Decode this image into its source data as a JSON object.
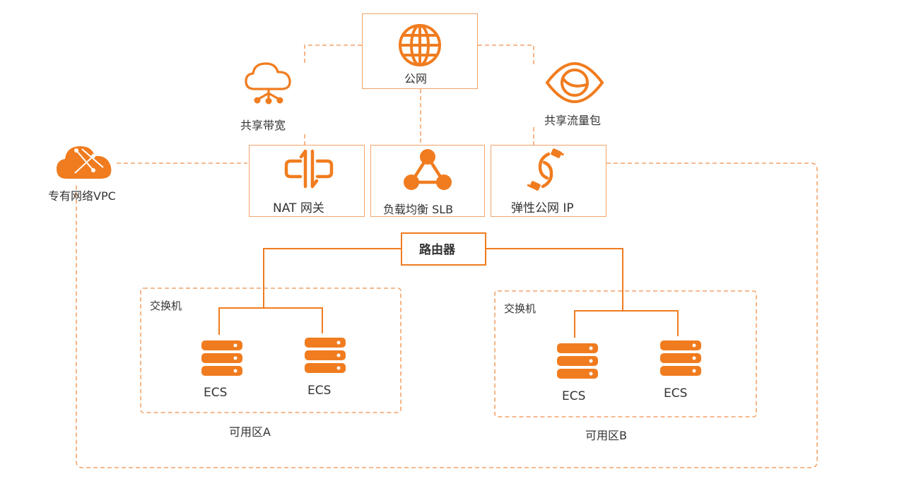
{
  "colors": {
    "accent": "#f07c1f",
    "line": "#f3a46a",
    "text": "#333333"
  },
  "nodes": {
    "internet": {
      "label": "公网",
      "icon": "globe-icon"
    },
    "shared_bandwidth": {
      "label": "共享带宽",
      "icon": "cloud-network-icon"
    },
    "shared_traffic": {
      "label": "共享流量包",
      "icon": "orbit-eye-icon"
    },
    "vpc": {
      "label": "专有网络VPC",
      "icon": "cloud-vpc-icon"
    },
    "nat": {
      "label": "NAT 网关",
      "icon": "nat-gateway-icon"
    },
    "slb": {
      "label": "负载均衡 SLB",
      "icon": "load-balancer-icon"
    },
    "eip": {
      "label": "弹性公网 IP",
      "icon": "link-icon"
    },
    "router": {
      "label": "路由器"
    }
  },
  "zones": [
    {
      "switch_label": "交换机",
      "zone_label": "可用区A",
      "servers": [
        {
          "label": "ECS",
          "icon": "server-icon"
        },
        {
          "label": "ECS",
          "icon": "server-icon"
        }
      ]
    },
    {
      "switch_label": "交换机",
      "zone_label": "可用区B",
      "servers": [
        {
          "label": "ECS",
          "icon": "server-icon"
        },
        {
          "label": "ECS",
          "icon": "server-icon"
        }
      ]
    }
  ]
}
